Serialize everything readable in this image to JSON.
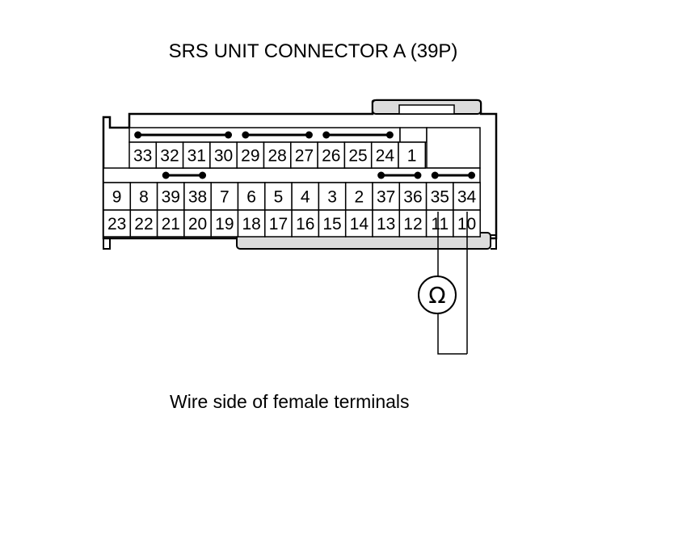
{
  "title": "SRS UNIT CONNECTOR A (39P)",
  "caption": "Wire side of female terminals",
  "meter_symbol": "Ω",
  "measure_between": [
    "11",
    "10"
  ],
  "rows": {
    "top": [
      "33",
      "32",
      "31",
      "30",
      "29",
      "28",
      "27",
      "26",
      "25",
      "24",
      "1"
    ],
    "middle": [
      "9",
      "8",
      "39",
      "38",
      "7",
      "6",
      "5",
      "4",
      "3",
      "2",
      "37",
      "36",
      "35",
      "34"
    ],
    "bottom": [
      "23",
      "22",
      "21",
      "20",
      "19",
      "18",
      "17",
      "16",
      "15",
      "14",
      "13",
      "12",
      "11",
      "10"
    ]
  },
  "shorting_bars": [
    [
      "33",
      "30"
    ],
    [
      "29",
      "27"
    ],
    [
      "26",
      "24"
    ],
    [
      "39",
      "38"
    ],
    [
      "37",
      "36"
    ],
    [
      "35",
      "34"
    ]
  ]
}
